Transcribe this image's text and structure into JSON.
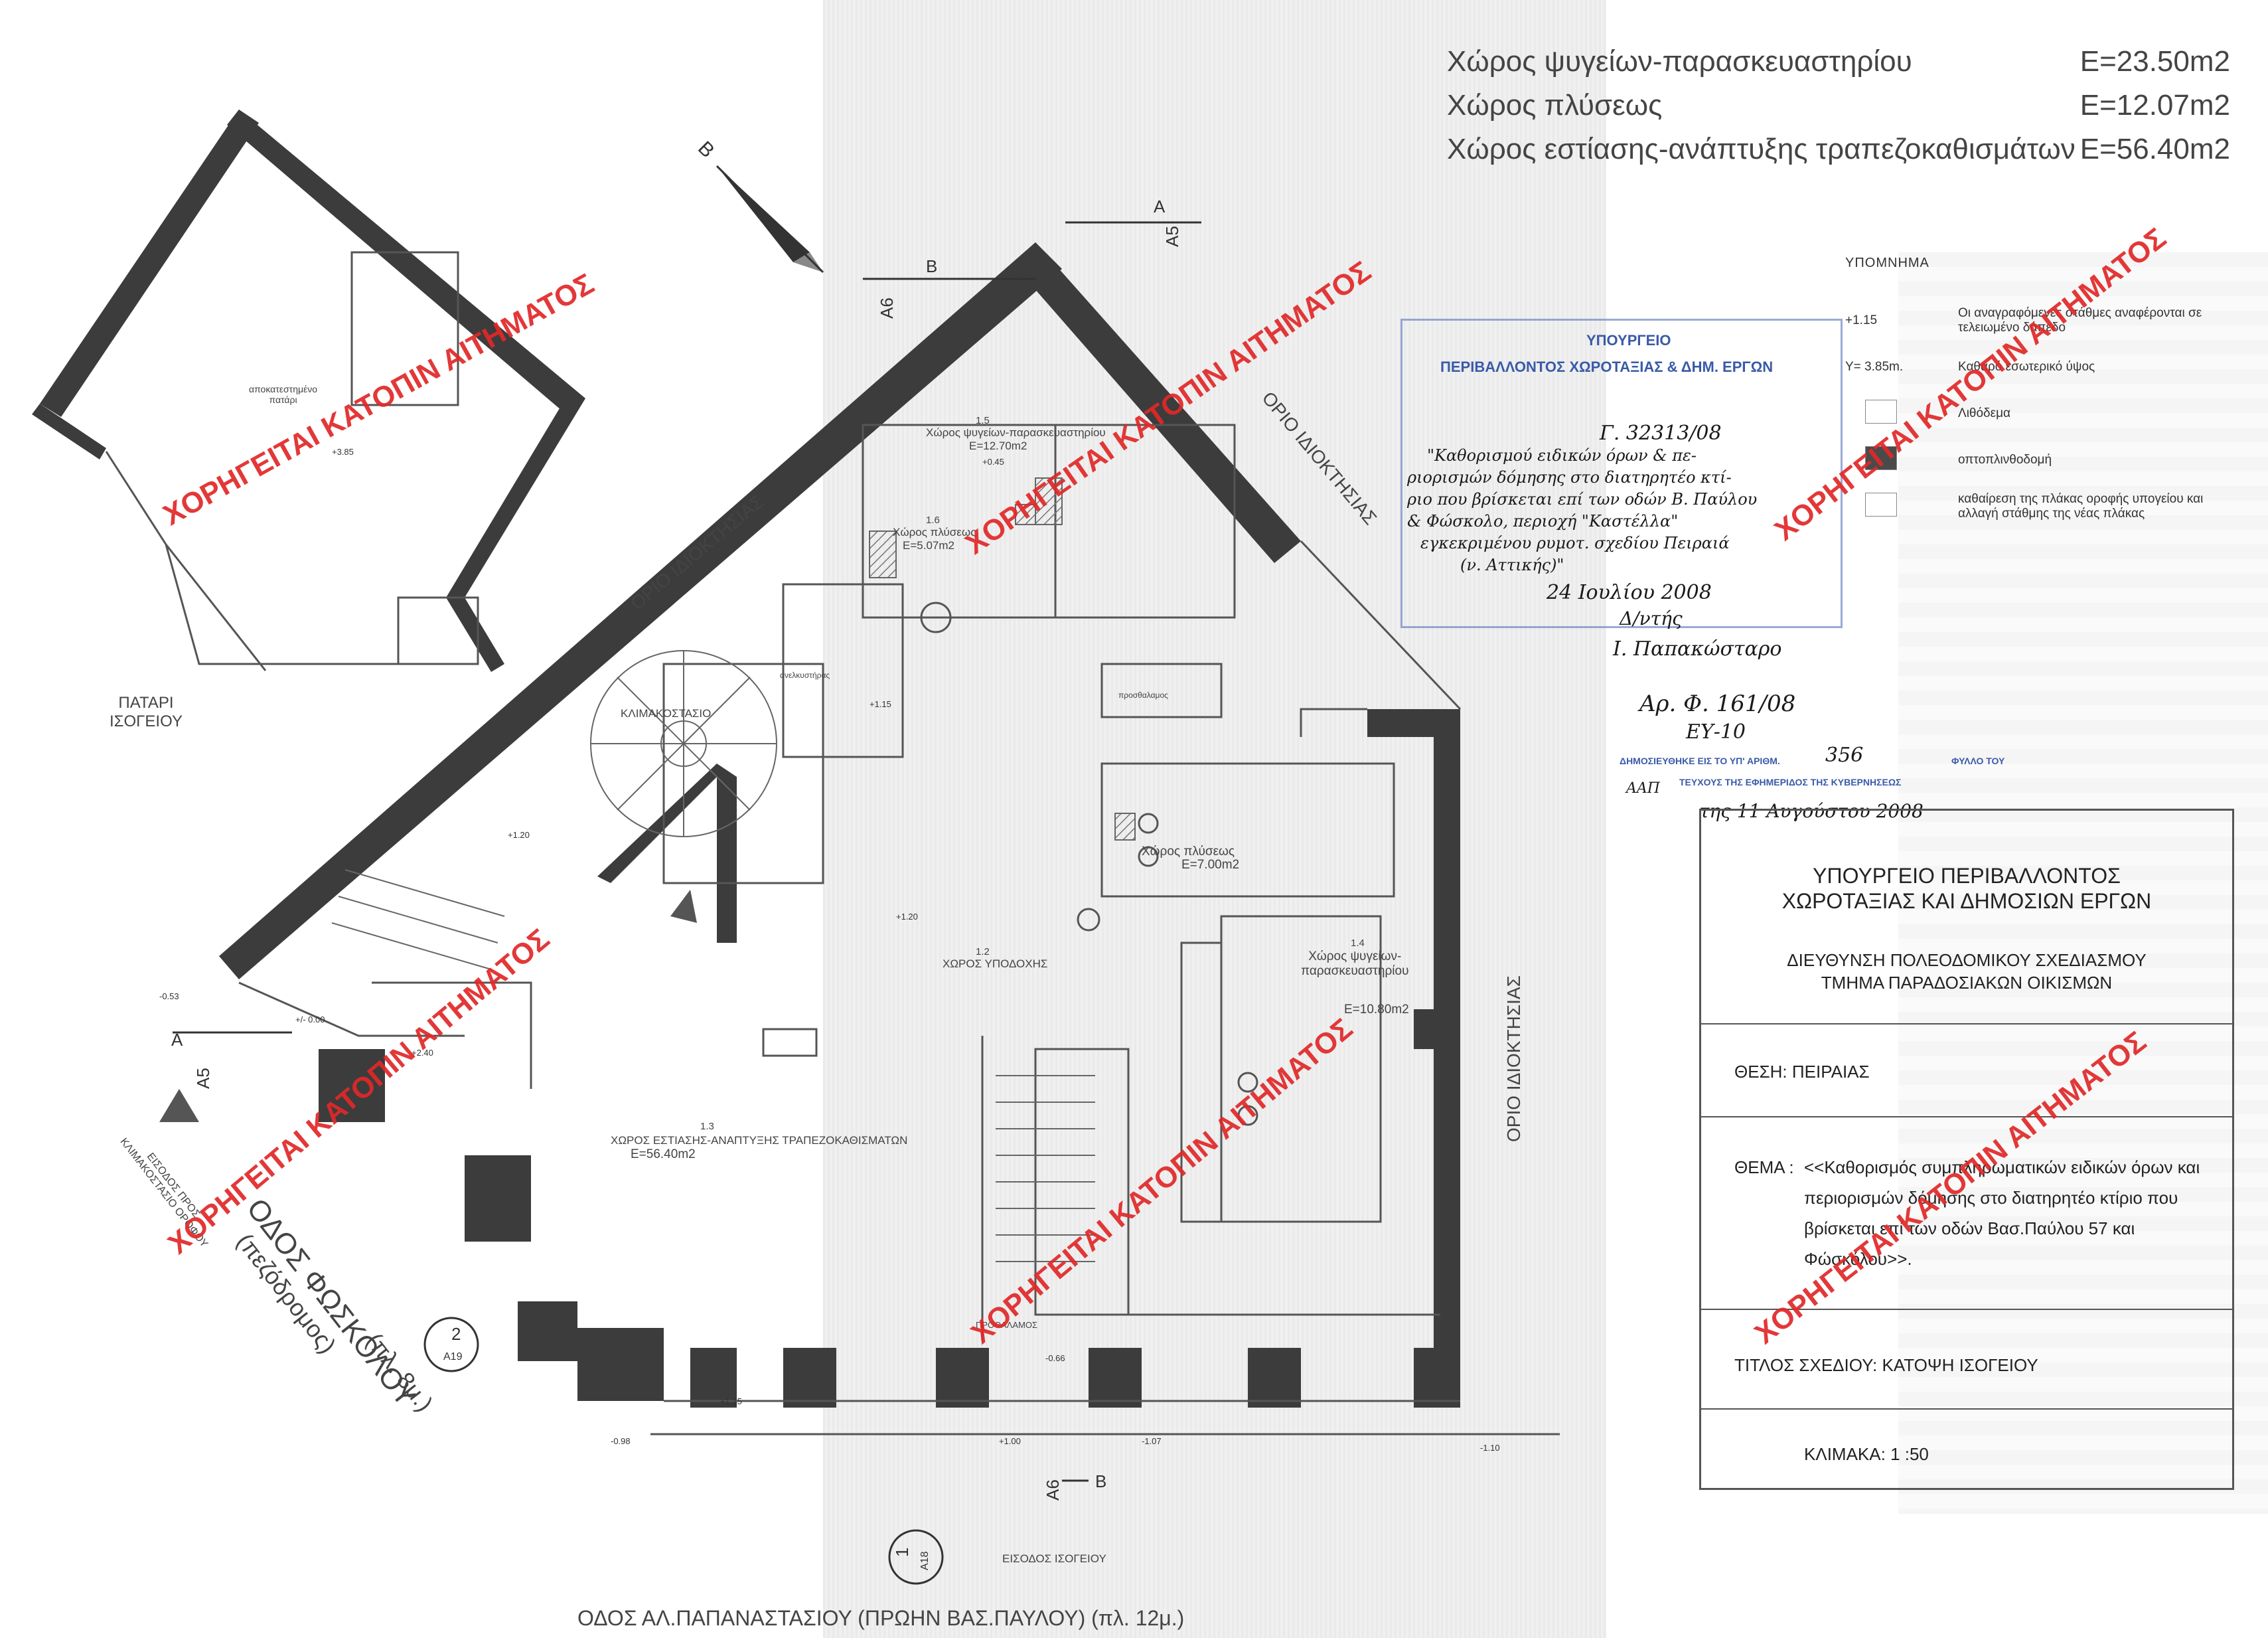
{
  "areas": [
    {
      "label": "Χώρος ψυγείων-παρασκευαστηρίου",
      "value": "E=23.50m2"
    },
    {
      "label": "Χώρος πλύσεως",
      "value": "E=12.07m2"
    },
    {
      "label": "Χώρος εστίασης-ανάπτυξης τραπεζοκαθισμάτων",
      "value": "E=56.40m2"
    }
  ],
  "legend": {
    "title": "ΥΠΟΜΝΗΜΑ",
    "items": [
      {
        "symbol": "+1.15",
        "text": "Οι αναγραφόμενες στάθμες αναφέρονται σε τελειωμένο δάπεδο"
      },
      {
        "symbol": "Y= 3.85m.",
        "text": "Καθαρό εσωτερικό ύψος"
      },
      {
        "symbol": "",
        "text": "Λιθόδεμα"
      },
      {
        "symbol": "",
        "text": "οπτοπλινθοδομή"
      },
      {
        "symbol": "",
        "text": "καθαίρεση της πλάκας οροφής υπογείου και αλλαγή στάθμης της νέας πλάκας"
      }
    ]
  },
  "stamp": {
    "header1": "ΥΠΟΥΡΓΕΙΟ",
    "header2": "ΠΕΡΙΒΑΛΛΟΝΤΟΣ ΧΩΡΟΤΑΞΙΑΣ & ΔΗΜ. ΕΡΓΩΝ",
    "handwriting": [
      "Γ. 32313/08",
      "\"Καθορισμού ειδικών όρων & πε-",
      "ριορισμών δόμησης στο διατηρητέο κτί-",
      "ριο που βρίσκεται επί των οδών Β. Παύλου",
      "& Φώσκολο, περιοχή \"Καστέλλα\"",
      "εγκεκριμένου ρυμοτ. σχεδίου Πειραιά",
      "(ν. Αττικής)\"",
      "24 Ιουλίου 2008",
      "Δ/ντής",
      "Ι. Παπακώσταρο",
      "Αρ. Φ. 161/08",
      "ΕΥ-10"
    ],
    "publication": {
      "line1": "ΔΗΜΟΣΙΕΥΘΗΚΕ ΕΙΣ ΤΟ ΥΠ' ΑΡΙΘΜ.",
      "number": "356",
      "sheet": "ΦΥΛΛΟ ΤΟΥ",
      "line2": "ΤΕΥΧΟΥΣ ΤΗΣ ΕΦΗΜΕΡΙΔΟΣ ΤΗΣ ΚΥΒΕΡΝΗΣΕΩΣ",
      "aap": "ΑΑΠ",
      "date": "της 11 Αυγούστου 2008"
    }
  },
  "title_block": {
    "ministry1": "ΥΠΟΥΡΓΕΙΟ ΠΕΡΙΒΑΛΛΟΝΤΟΣ",
    "ministry2": "ΧΩΡΟΤΑΞΙΑΣ ΚΑΙ ΔΗΜΟΣΙΩΝ ΕΡΓΩΝ",
    "dept1": "ΔΙΕΥΘΥΝΣΗ ΠΟΛΕΟΔΟΜΙΚΟΥ ΣΧΕΔΙΑΣΜΟΥ",
    "dept2": "ΤΜΗΜΑ ΠΑΡΑΔΟΣΙΑΚΩΝ ΟΙΚΙΣΜΩΝ",
    "location": "ΘΕΣΗ:  ΠΕΙΡΑΙΑΣ",
    "subject_label": "ΘΕΜΑ :",
    "subject_lines": [
      "<<Καθορισμός συμπληρωματικών ειδικών όρων και",
      "περιορισμών δόμησης στο διατηρητέο κτίριο που",
      "βρίσκεται επί των οδών Βασ.Παύλου 57 και",
      "Φώσκόλου>>."
    ],
    "drawing_title": "ΤΙΤΛΟΣ ΣΧΕΔΙΟΥ: ΚΑΤΟΨΗ ΙΣΟΓΕΙΟΥ",
    "scale": "ΚΛΙΜΑΚΑ: 1 :50"
  },
  "plan": {
    "mezzanine_label": "ΠΑΤΑΡΙ\nΙΣΟΓΕΙΟΥ",
    "mezzanine_room": "αποκατεστημένο\nπατάρι",
    "level_385": "+3.85",
    "room_15_code": "1.5",
    "room_15_name": "Χώρος ψυγείων-παρασκευαστηρίου",
    "room_15_area": "E=12.70m2",
    "room_16_code": "1.6",
    "room_16_name": "Χώρος πλύσεως",
    "room_16_area": "E=5.07m2",
    "stair": "ΚΛΙΜΑΚΟΣΤΑΣΙΟ",
    "lift": "ανελκυστήρας",
    "canopy": "προσθαλαμος",
    "room_11": "Χώρος πλύσεως",
    "room_11_area": "E=7.00m2",
    "room_12_code": "1.2",
    "room_12_name": "ΧΩΡΟΣ ΥΠΟΔΟΧΗΣ",
    "room_14_code": "1.4",
    "room_14_name": "Χώρος ψυγείων-\nπαρασκευαστηρίου",
    "room_14_area": "E=10.80m2",
    "room_13_code": "1.3",
    "room_13_name": "ΧΩΡΟΣ ΕΣΤΙΑΣΗΣ-ΑΝΑΠΤΥΞΗΣ ΤΡΑΠΕΖΟΚΑΘΙΣΜΑΤΩΝ",
    "room_13_area": "E=56.40m2",
    "vestibule": "ΠΡΟΘΑΛΑΜΟΣ",
    "property_line": "ΟΡΙΟ ΙΔΙΟΚΤΗΣΙΑΣ",
    "street_left": "ΟΔΟΣ ΦΩΣΚΟΛΟΥ",
    "street_left_sub": "(πεζόδρομος)",
    "street_left_width": "(πλ. 8μ.)",
    "street_bottom": "ΟΔΟΣ  ΑΛ.ΠΑΠΑΝΑΣΤΑΣΙΟΥ (ΠΡΩΗΝ ΒΑΣ.ΠΑΥΛΟΥ) (πλ. 12μ.)",
    "entrance_upper": "ΕΙΣΟΔΟΣ ΠΡΟΣ\nΚΛΙΜΑΚΟΣΤΑΣΙΟ ΟΡΟΦΟΥ",
    "entrance_ground": "ΕΙΣΟΔΟΣ ΙΣΟΓΕΙΟΥ",
    "levels": [
      "+1.15",
      "+0.45",
      "+1.20",
      "+1.20",
      "-0.53",
      "+/- 0.00",
      "+2.40",
      "-0.66",
      "-0.98",
      "+1.15",
      "+1.00",
      "-1.07",
      "-1.10"
    ],
    "sections": [
      "A",
      "A5",
      "A6",
      "B",
      "A18",
      "A19",
      "1",
      "2"
    ],
    "north": "B"
  },
  "watermark": "ΧΟΡΗΓΕΙΤΑΙ ΚΑΤΟΠΙΝ ΑΙΤΗΜΑΤΟΣ"
}
